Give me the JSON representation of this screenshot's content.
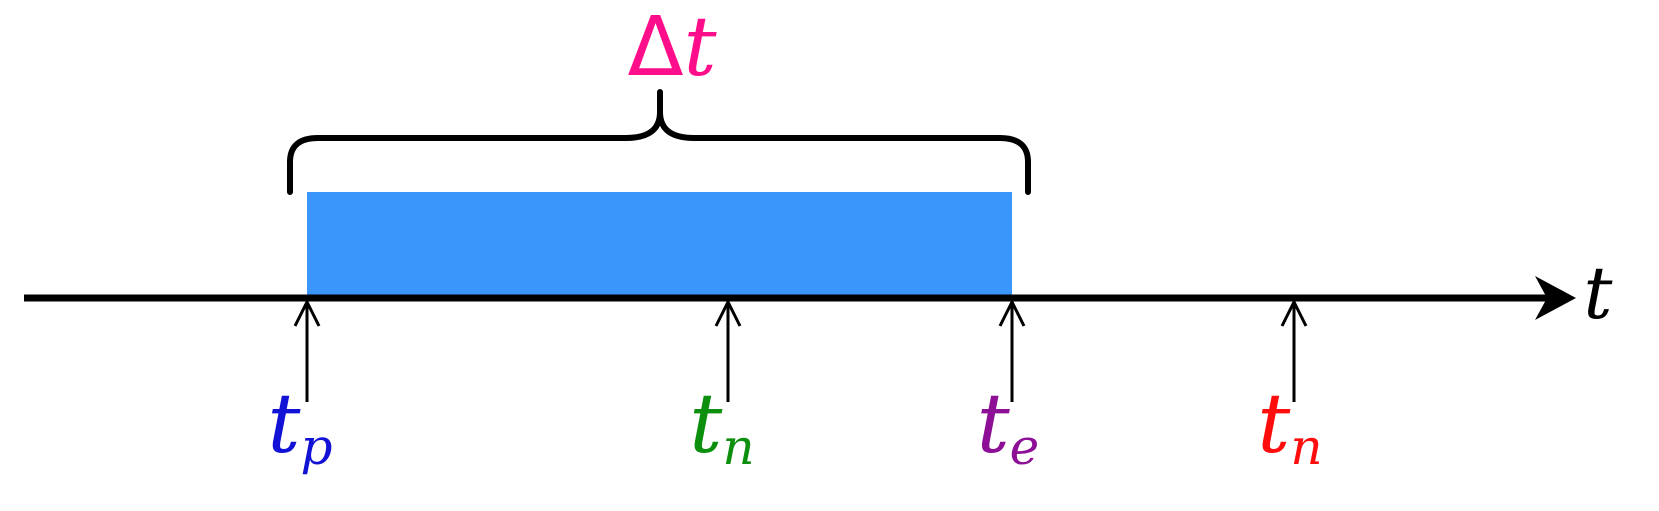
{
  "interval_label": {
    "symbol": "Δ",
    "variable": "t",
    "color": "#ff0e8c"
  },
  "axis": {
    "label": "t",
    "color": "#000000"
  },
  "interval_bar": {
    "color": "#3a96fb"
  },
  "markers": [
    {
      "base": "t",
      "subscript": "p",
      "color": "#1212d6"
    },
    {
      "base": "t",
      "subscript": "n",
      "color": "#0c8f0c"
    },
    {
      "base": "t",
      "subscript": "e",
      "color": "#8c0f96"
    },
    {
      "base": "t",
      "subscript": "n",
      "color": "#ff0d0d"
    }
  ]
}
